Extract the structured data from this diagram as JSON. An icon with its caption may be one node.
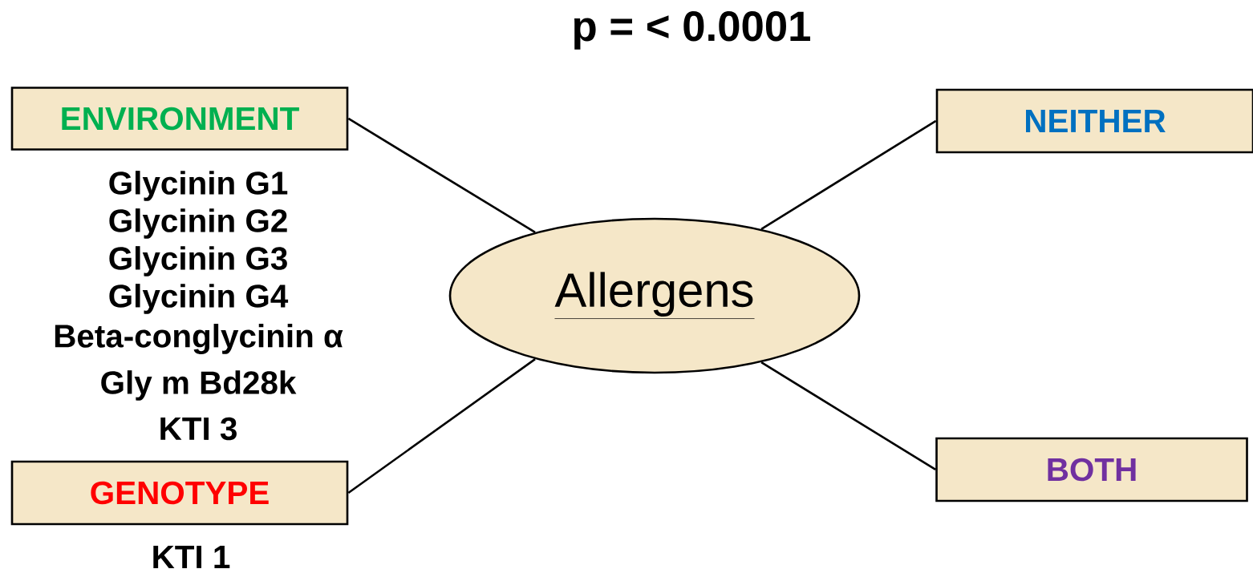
{
  "diagram": {
    "title": "p = < 0.0001",
    "nodes": [
      {
        "text": [
          "ENVIRONMENT"
        ],
        "beside": [
          "Glycinin G1",
          "Glycinin G2",
          "Glycinin G3",
          "Glycinin G4",
          "Beta-conglycinin α",
          "Gly m Bd28k",
          "KTI 3"
        ]
      },
      {
        "text": [
          "NEITHER"
        ]
      },
      {
        "text": [
          "Allergens"
        ]
      },
      {
        "text": [
          "GENOTYPE"
        ],
        "beside": [
          "KTI 1"
        ]
      },
      {
        "text": [
          "BOTH"
        ]
      }
    ],
    "edges": [
      {
        "from": 2,
        "to": 0,
        "arrow": "none"
      },
      {
        "from": 2,
        "to": 1,
        "arrow": "none"
      },
      {
        "from": 2,
        "to": 3,
        "arrow": "none"
      },
      {
        "from": 2,
        "to": 4,
        "arrow": "none"
      }
    ]
  }
}
